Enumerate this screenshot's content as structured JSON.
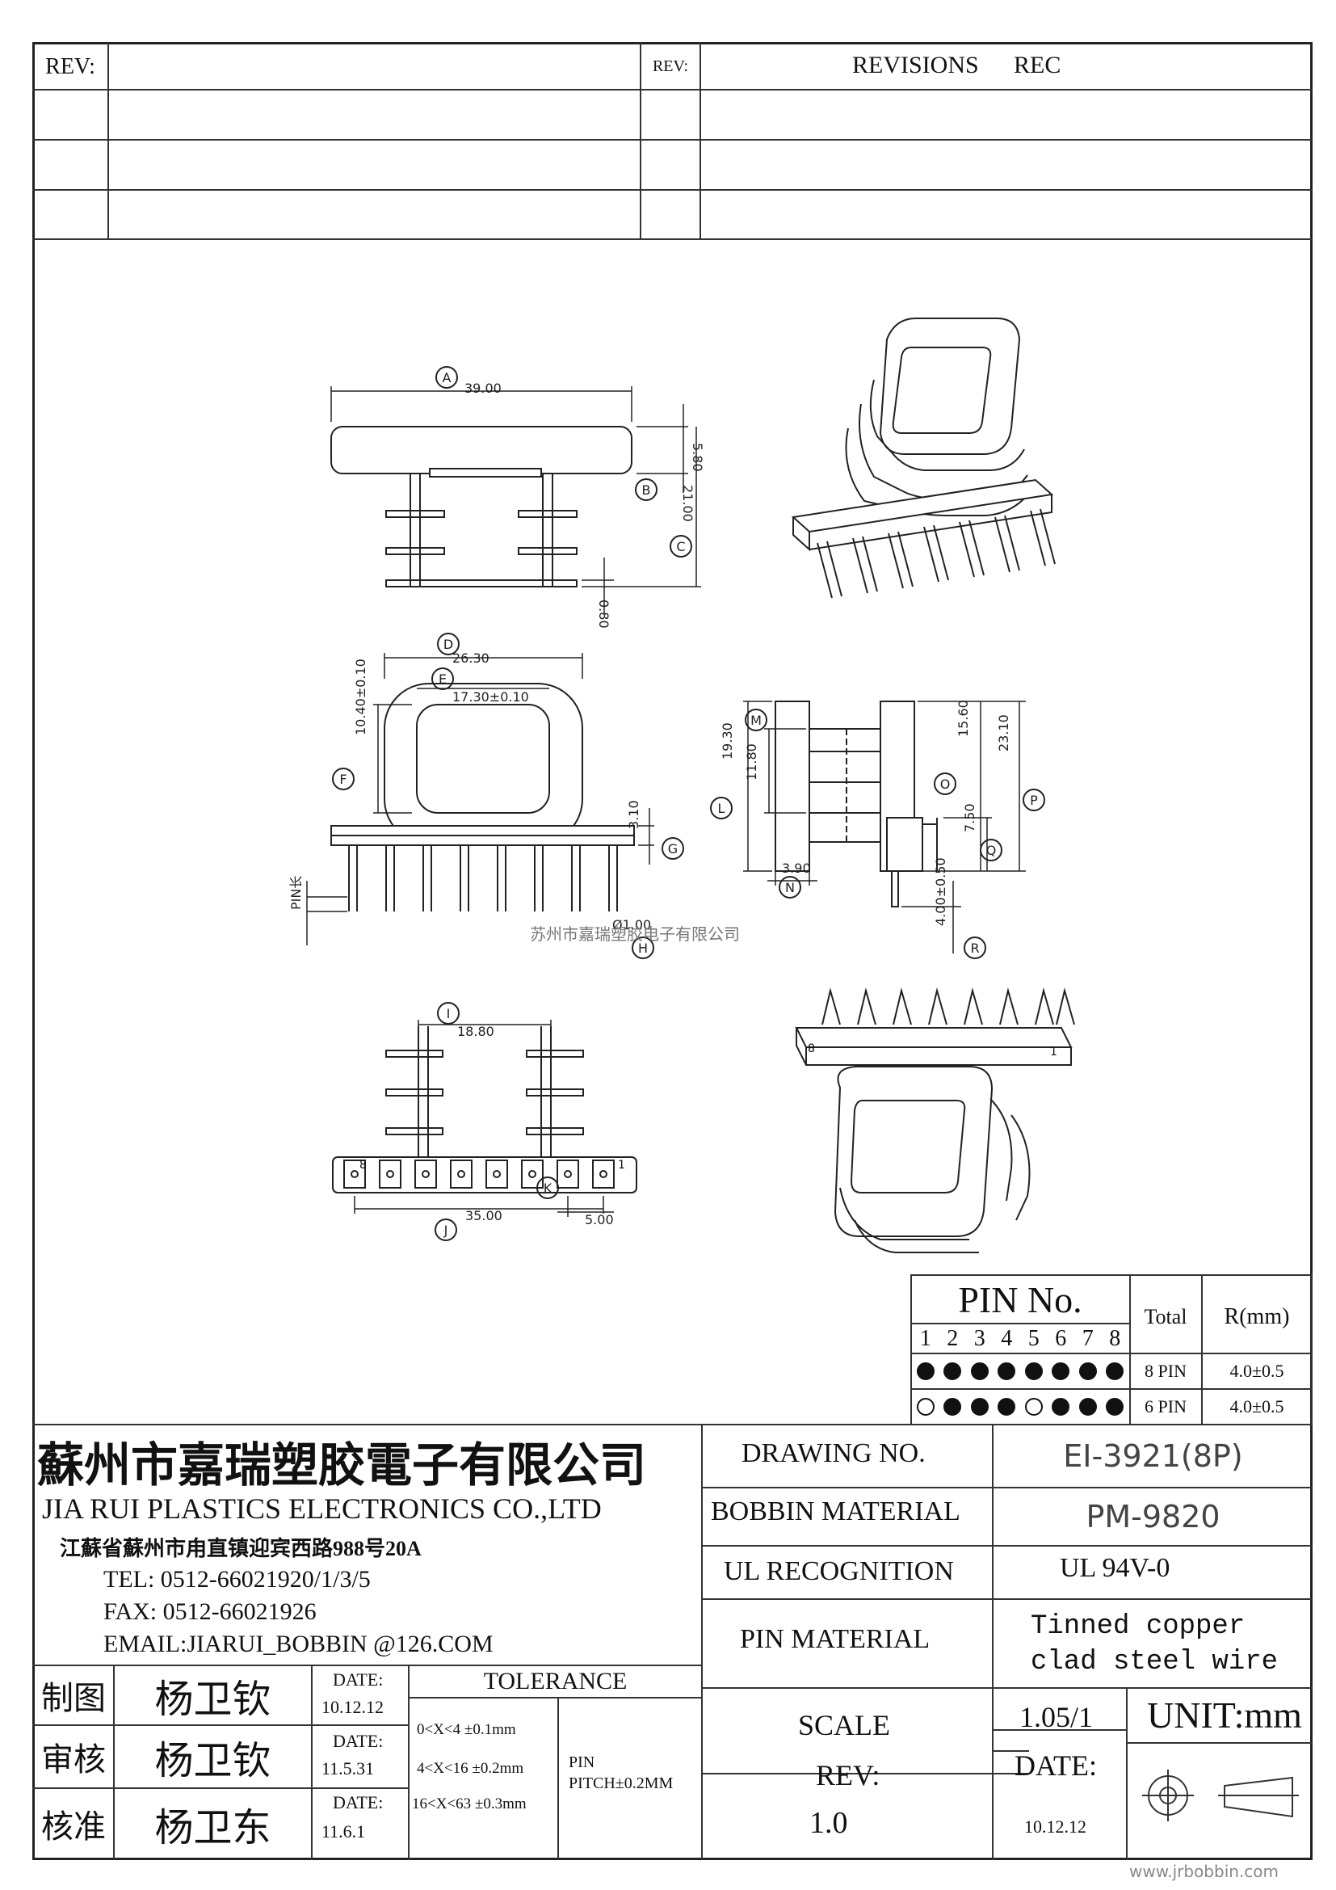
{
  "revision_table": {
    "rev_label": "REV:",
    "rev_label2": "REV:",
    "revisions_label": "REVISIONS",
    "rec_label": "REC"
  },
  "views": {
    "front": {
      "dims": [
        "A",
        "39.00",
        "B",
        "5.80",
        "C",
        "21.00",
        "0.80"
      ]
    },
    "top": {
      "dims": [
        "D",
        "26.30",
        "E",
        "17.30±0.10",
        "F",
        "10.40±0.10",
        "G",
        "3.10",
        "H",
        "Ø1.00",
        "PIN长"
      ]
    },
    "side": {
      "dims": [
        "M",
        "19.30",
        "11.80",
        "L",
        "O",
        "15.60",
        "23.10",
        "P",
        "7.50",
        "Q",
        "3.90",
        "N",
        "4.00±0.50",
        "R"
      ]
    },
    "bottom": {
      "dims": [
        "I",
        "18.80",
        "J",
        "35.00",
        "K",
        "5.00"
      ],
      "pin_first": "1",
      "pin_last": "8"
    },
    "iso_bottom": {
      "pin_first": "1",
      "pin_last": "8"
    }
  },
  "watermark": "苏州市嘉瑞塑胶电子有限公司",
  "pin_table": {
    "title": "PIN No.",
    "total_label": "Total",
    "r_label": "R(mm)",
    "pin_numbers": [
      "1",
      "2",
      "3",
      "4",
      "5",
      "6",
      "7",
      "8"
    ],
    "rows": [
      {
        "pins": [
          1,
          1,
          1,
          1,
          1,
          1,
          1,
          1
        ],
        "total": "8 PIN",
        "r": "4.0±0.5"
      },
      {
        "pins": [
          0,
          1,
          1,
          1,
          0,
          1,
          1,
          1
        ],
        "total": "6 PIN",
        "r": "4.0±0.5"
      }
    ]
  },
  "company": {
    "name_cn": "蘇州市嘉瑞塑胶電子有限公司",
    "name_en": "JIA RUI PLASTICS ELECTRONICS CO.,LTD",
    "address": "江蘇省蘇州市甪直镇迎宾西路988号20A",
    "tel": "TEL: 0512-66021920/1/3/5",
    "fax": "FAX: 0512-66021926",
    "email": "EMAIL:JIARUI_BOBBIN @126.COM"
  },
  "spec": {
    "drawing_no_label": "DRAWING  NO.",
    "drawing_no": "EI-3921(8P)",
    "bobbin_material_label": "BOBBIN  MATERIAL",
    "bobbin_material": "PM-9820",
    "ul_label": "UL RECOGNITION",
    "ul_value": "UL 94V-0",
    "pin_material_label": "PIN MATERIAL",
    "pin_material_line1": "Tinned copper",
    "pin_material_line2": "clad steel wire",
    "scale_label": "SCALE",
    "scale_value": "1.05/1",
    "unit": "UNIT:mm",
    "rev_label": "REV:",
    "rev_value": "1.0",
    "date_label": "DATE:",
    "date_value": "10.12.12"
  },
  "signoff": [
    {
      "role": "制图",
      "name": "杨卫钦",
      "date_label": "DATE:",
      "date": "10.12.12"
    },
    {
      "role": "审核",
      "name": "杨卫钦",
      "date_label": "DATE:",
      "date": "11.5.31"
    },
    {
      "role": "核准",
      "name": "杨卫东",
      "date_label": "DATE:",
      "date": "11.6.1"
    }
  ],
  "tolerance": {
    "title": "TOLERANCE",
    "lines": [
      "0<X<4  ±0.1mm",
      "4<X<16 ±0.2mm",
      "16<X<63 ±0.3mm"
    ],
    "pin_label": "PIN",
    "pin_pitch": "PITCH±0.2MM"
  },
  "footer_url": "www.jrbobbin.com"
}
